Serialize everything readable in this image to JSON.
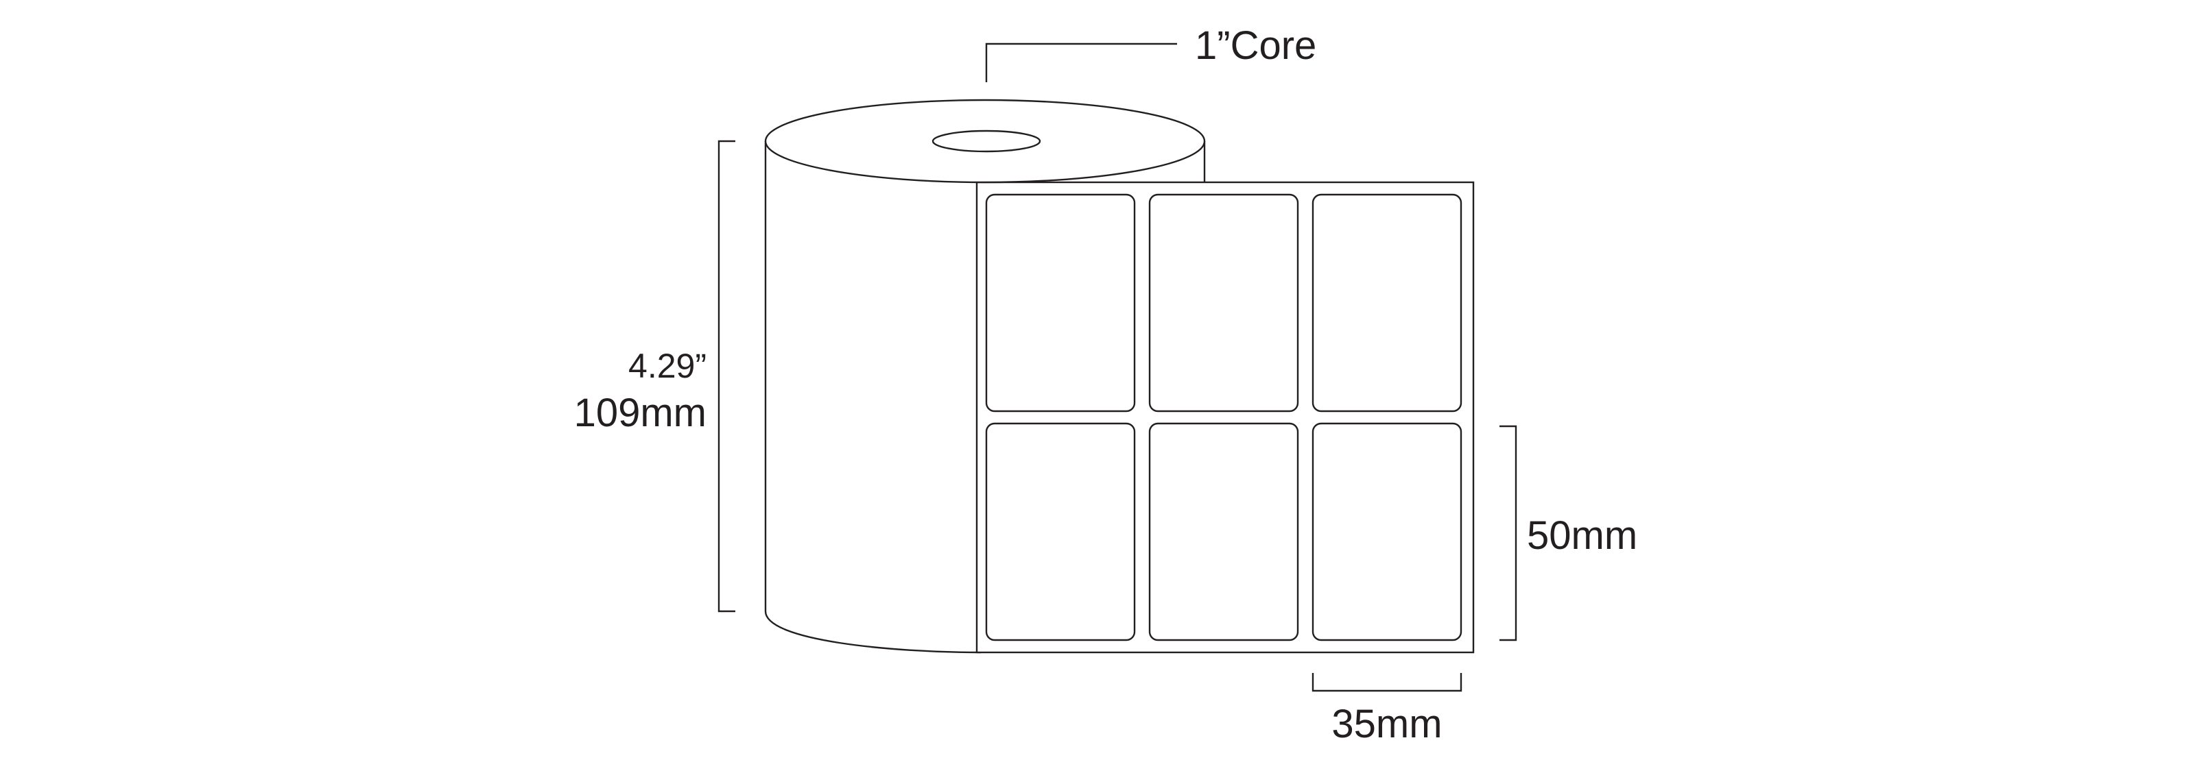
{
  "diagram": {
    "core_label": "1”Core",
    "roll_height": {
      "inches": "4.29”",
      "mm": "109mm"
    },
    "label_height": "50mm",
    "label_width": "35mm",
    "labels_grid": {
      "columns": 3,
      "rows": 2
    },
    "colors": {
      "line": "#231f20",
      "background": "#ffffff"
    }
  }
}
